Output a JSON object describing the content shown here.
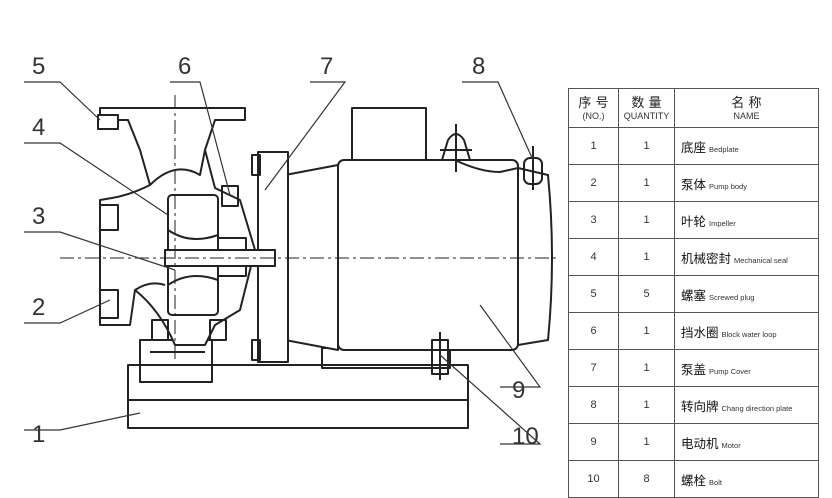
{
  "callouts": [
    "1",
    "2",
    "3",
    "4",
    "5",
    "6",
    "7",
    "8",
    "9",
    "10"
  ],
  "table": {
    "headers": [
      {
        "zh": "序 号",
        "en": "(NO.)"
      },
      {
        "zh": "数 量",
        "en": "QUANTITY"
      },
      {
        "zh": "名  称",
        "en": "NAME"
      }
    ],
    "rows": [
      {
        "no": "1",
        "qty": "1",
        "zh": "底座",
        "en": "Bedplate"
      },
      {
        "no": "2",
        "qty": "1",
        "zh": "泵体",
        "en": "Pump body"
      },
      {
        "no": "3",
        "qty": "1",
        "zh": "叶轮",
        "en": "Impeller"
      },
      {
        "no": "4",
        "qty": "1",
        "zh": "机械密封",
        "en": "Mechanical seal"
      },
      {
        "no": "5",
        "qty": "5",
        "zh": "螺塞",
        "en": "Screwed plug"
      },
      {
        "no": "6",
        "qty": "1",
        "zh": "挡水圈",
        "en": "Block water loop"
      },
      {
        "no": "7",
        "qty": "1",
        "zh": "泵盖",
        "en": "Pump Cover"
      },
      {
        "no": "8",
        "qty": "1",
        "zh": "转向牌",
        "en": "Chang direction plate"
      },
      {
        "no": "9",
        "qty": "1",
        "zh": "电动机",
        "en": "Motor"
      },
      {
        "no": "10",
        "qty": "8",
        "zh": "螺栓",
        "en": "Bolt"
      }
    ]
  }
}
